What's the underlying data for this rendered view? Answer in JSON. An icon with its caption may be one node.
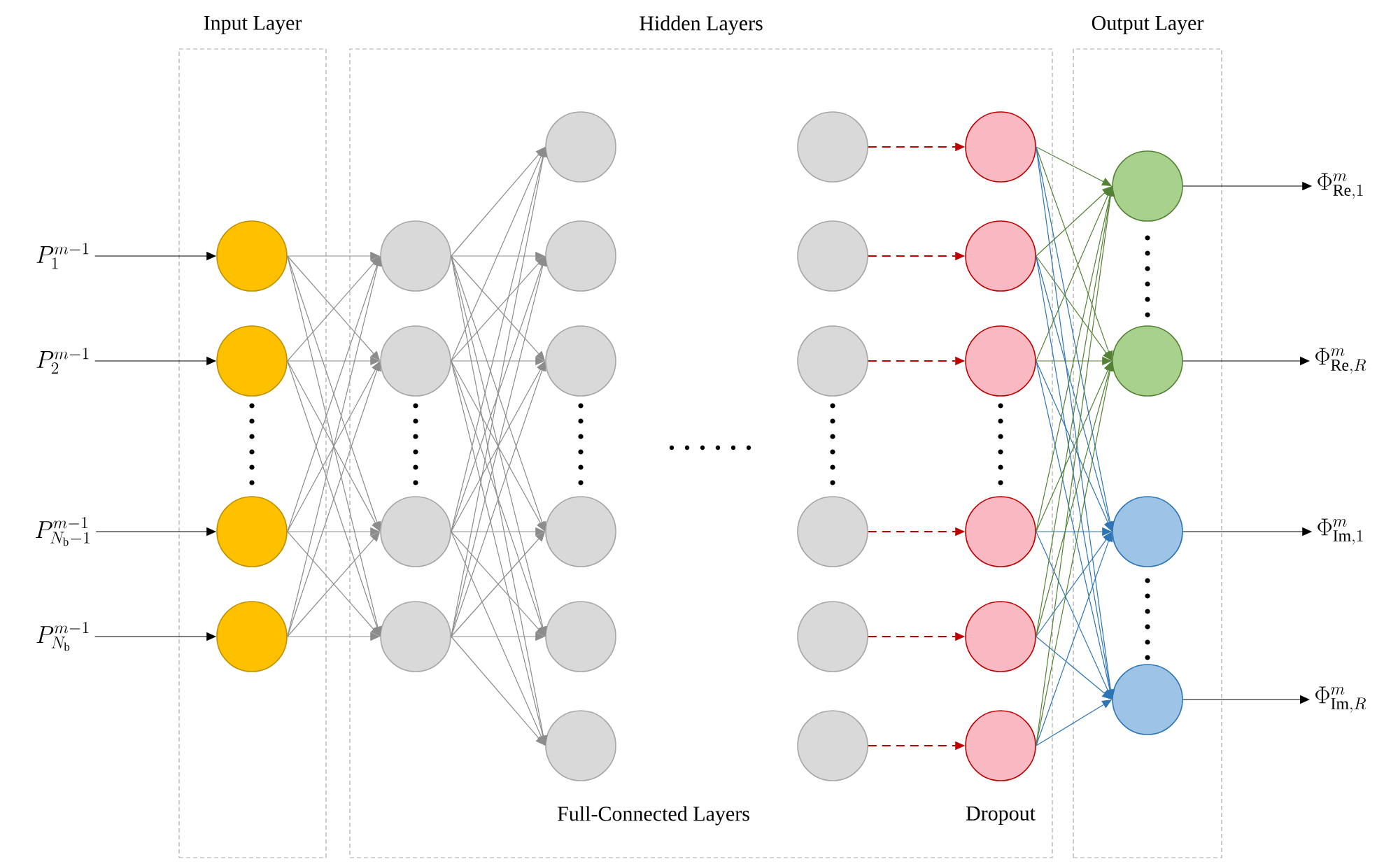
{
  "diagram": {
    "nodes": [
      {
        "text": [
          "Input Layer"
        ]
      },
      {
        "text": [
          "Hidden Layers"
        ]
      },
      {
        "text": [
          "Output Layer"
        ]
      },
      {
        "text": [
          "P_{1}^{m-1}"
        ]
      },
      {
        "text": [
          "P_{2}^{m-1}"
        ]
      },
      {
        "text": [
          "P_{N_{\\mathrm{b}}-1}^{m-1}"
        ]
      },
      {
        "text": [
          "P_{N_{\\mathrm{b}}}^{m-1}"
        ]
      },
      {
        "text": [],
        "shape": "circle",
        "in": 0
      },
      {
        "text": [],
        "shape": "circle",
        "in": 0
      },
      {
        "text": [],
        "shape": "circle",
        "in": 0
      },
      {
        "text": [],
        "shape": "circle",
        "in": 0
      },
      {
        "text": [],
        "shape": "circle",
        "in": 1
      },
      {
        "text": [],
        "shape": "circle",
        "in": 1
      },
      {
        "text": [],
        "shape": "circle",
        "in": 1
      },
      {
        "text": [],
        "shape": "circle",
        "in": 1
      },
      {
        "text": [],
        "shape": "circle",
        "in": 1
      },
      {
        "text": [],
        "shape": "circle",
        "in": 1
      },
      {
        "text": [],
        "shape": "circle",
        "in": 1
      },
      {
        "text": [],
        "shape": "circle",
        "in": 1
      },
      {
        "text": [],
        "shape": "circle",
        "in": 1
      },
      {
        "text": [],
        "shape": "circle",
        "in": 1
      },
      {
        "text": [],
        "shape": "circle",
        "in": 1
      },
      {
        "text": [],
        "shape": "circle",
        "in": 1
      },
      {
        "text": [],
        "shape": "circle",
        "in": 1
      },
      {
        "text": [],
        "shape": "circle",
        "in": 1
      },
      {
        "text": [],
        "shape": "circle",
        "in": 1
      },
      {
        "text": [],
        "shape": "circle",
        "in": 1
      },
      {
        "text": [],
        "shape": "circle",
        "in": 1
      },
      {
        "text": [],
        "shape": "circle",
        "in": 1
      },
      {
        "text": [],
        "shape": "circle",
        "in": 1
      },
      {
        "text": [],
        "shape": "circle",
        "in": 1
      },
      {
        "text": [],
        "shape": "circle",
        "in": 1
      },
      {
        "text": [],
        "shape": "circle",
        "in": 1
      },
      {
        "text": [],
        "shape": "circle",
        "in": 2
      },
      {
        "text": [],
        "shape": "circle",
        "in": 2
      },
      {
        "text": [],
        "shape": "circle",
        "in": 2
      },
      {
        "text": [],
        "shape": "circle",
        "in": 2
      },
      {
        "text": [
          "\\Phi_{\\mathrm{Re},1}^{m}"
        ]
      },
      {
        "text": [
          "\\Phi_{\\mathrm{Re},R}^{m}"
        ]
      },
      {
        "text": [
          "\\Phi_{\\mathrm{Im},1}^{m}"
        ]
      },
      {
        "text": [
          "\\Phi_{\\mathrm{Im},R}^{m}"
        ]
      }
    ],
    "edges": [
      {
        "from": 3,
        "to": 7,
        "arrow": "to",
        "color": "#000000"
      },
      {
        "from": 4,
        "to": 8,
        "arrow": "to",
        "color": "#000000"
      },
      {
        "from": 5,
        "to": 9,
        "arrow": "to",
        "color": "#000000"
      },
      {
        "from": 6,
        "to": 10,
        "arrow": "to",
        "color": "#000000"
      },
      {
        "from": 7,
        "to": 11,
        "arrow": "to"
      },
      {
        "from": 7,
        "to": 12,
        "arrow": "to"
      },
      {
        "from": 7,
        "to": 13,
        "arrow": "to"
      },
      {
        "from": 7,
        "to": 14,
        "arrow": "to"
      },
      {
        "from": 8,
        "to": 11,
        "arrow": "to"
      },
      {
        "from": 8,
        "to": 12,
        "arrow": "to"
      },
      {
        "from": 8,
        "to": 13,
        "arrow": "to"
      },
      {
        "from": 8,
        "to": 14,
        "arrow": "to"
      },
      {
        "from": 9,
        "to": 11,
        "arrow": "to"
      },
      {
        "from": 9,
        "to": 12,
        "arrow": "to"
      },
      {
        "from": 9,
        "to": 13,
        "arrow": "to"
      },
      {
        "from": 9,
        "to": 14,
        "arrow": "to"
      },
      {
        "from": 10,
        "to": 11,
        "arrow": "to"
      },
      {
        "from": 10,
        "to": 12,
        "arrow": "to"
      },
      {
        "from": 10,
        "to": 13,
        "arrow": "to"
      },
      {
        "from": 10,
        "to": 14,
        "arrow": "to"
      },
      {
        "from": 11,
        "to": 15,
        "arrow": "to"
      },
      {
        "from": 11,
        "to": 16,
        "arrow": "to"
      },
      {
        "from": 11,
        "to": 17,
        "arrow": "to"
      },
      {
        "from": 11,
        "to": 18,
        "arrow": "to"
      },
      {
        "from": 11,
        "to": 19,
        "arrow": "to"
      },
      {
        "from": 11,
        "to": 20,
        "arrow": "to"
      },
      {
        "from": 12,
        "to": 15,
        "arrow": "to"
      },
      {
        "from": 12,
        "to": 16,
        "arrow": "to"
      },
      {
        "from": 12,
        "to": 17,
        "arrow": "to"
      },
      {
        "from": 12,
        "to": 18,
        "arrow": "to"
      },
      {
        "from": 12,
        "to": 19,
        "arrow": "to"
      },
      {
        "from": 12,
        "to": 20,
        "arrow": "to"
      },
      {
        "from": 13,
        "to": 15,
        "arrow": "to"
      },
      {
        "from": 13,
        "to": 16,
        "arrow": "to"
      },
      {
        "from": 13,
        "to": 17,
        "arrow": "to"
      },
      {
        "from": 13,
        "to": 18,
        "arrow": "to"
      },
      {
        "from": 13,
        "to": 19,
        "arrow": "to"
      },
      {
        "from": 13,
        "to": 20,
        "arrow": "to"
      },
      {
        "from": 14,
        "to": 15,
        "arrow": "to"
      },
      {
        "from": 14,
        "to": 16,
        "arrow": "to"
      },
      {
        "from": 14,
        "to": 17,
        "arrow": "to"
      },
      {
        "from": 14,
        "to": 18,
        "arrow": "to"
      },
      {
        "from": 14,
        "to": 19,
        "arrow": "to"
      },
      {
        "from": 14,
        "to": 20,
        "arrow": "to"
      },
      {
        "from": 21,
        "to": 27,
        "arrow": "to",
        "style": "dashed",
        "color": "#c00000"
      },
      {
        "from": 22,
        "to": 28,
        "arrow": "to",
        "style": "dashed",
        "color": "#c00000"
      },
      {
        "from": 23,
        "to": 29,
        "arrow": "to",
        "style": "dashed",
        "color": "#c00000"
      },
      {
        "from": 24,
        "to": 30,
        "arrow": "to",
        "style": "dashed",
        "color": "#c00000"
      },
      {
        "from": 25,
        "to": 31,
        "arrow": "to",
        "style": "dashed",
        "color": "#c00000"
      },
      {
        "from": 26,
        "to": 32,
        "arrow": "to",
        "style": "dashed",
        "color": "#c00000"
      },
      {
        "from": 27,
        "to": 33,
        "arrow": "to",
        "color": "#548235"
      },
      {
        "from": 27,
        "to": 34,
        "arrow": "to",
        "color": "#548235"
      },
      {
        "from": 27,
        "to": 35,
        "arrow": "to",
        "color": "#2e75b6"
      },
      {
        "from": 27,
        "to": 36,
        "arrow": "to",
        "color": "#2e75b6"
      },
      {
        "from": 28,
        "to": 33,
        "arrow": "to",
        "color": "#548235"
      },
      {
        "from": 28,
        "to": 34,
        "arrow": "to",
        "color": "#548235"
      },
      {
        "from": 28,
        "to": 35,
        "arrow": "to",
        "color": "#2e75b6"
      },
      {
        "from": 28,
        "to": 36,
        "arrow": "to",
        "color": "#2e75b6"
      },
      {
        "from": 29,
        "to": 33,
        "arrow": "to",
        "color": "#548235"
      },
      {
        "from": 29,
        "to": 34,
        "arrow": "to",
        "color": "#548235"
      },
      {
        "from": 29,
        "to": 35,
        "arrow": "to",
        "color": "#2e75b6"
      },
      {
        "from": 29,
        "to": 36,
        "arrow": "to",
        "color": "#2e75b6"
      },
      {
        "from": 30,
        "to": 33,
        "arrow": "to",
        "color": "#548235"
      },
      {
        "from": 30,
        "to": 34,
        "arrow": "to",
        "color": "#548235"
      },
      {
        "from": 30,
        "to": 35,
        "arrow": "to",
        "color": "#2e75b6"
      },
      {
        "from": 30,
        "to": 36,
        "arrow": "to",
        "color": "#2e75b6"
      },
      {
        "from": 31,
        "to": 33,
        "arrow": "to",
        "color": "#548235"
      },
      {
        "from": 31,
        "to": 34,
        "arrow": "to",
        "color": "#548235"
      },
      {
        "from": 31,
        "to": 35,
        "arrow": "to",
        "color": "#2e75b6"
      },
      {
        "from": 31,
        "to": 36,
        "arrow": "to",
        "color": "#2e75b6"
      },
      {
        "from": 32,
        "to": 33,
        "arrow": "to",
        "color": "#548235"
      },
      {
        "from": 32,
        "to": 34,
        "arrow": "to",
        "color": "#548235"
      },
      {
        "from": 32,
        "to": 35,
        "arrow": "to",
        "color": "#2e75b6"
      },
      {
        "from": 32,
        "to": 36,
        "arrow": "to",
        "color": "#2e75b6"
      },
      {
        "from": 33,
        "to": 37,
        "arrow": "to",
        "color": "#000000"
      },
      {
        "from": 34,
        "to": 38,
        "arrow": "to",
        "color": "#000000"
      },
      {
        "from": 35,
        "to": 39,
        "arrow": "to",
        "color": "#000000"
      },
      {
        "from": 36,
        "to": 40,
        "arrow": "to",
        "color": "#000000"
      }
    ],
    "labels": [
      "Full-Connected Layers",
      "Dropout"
    ]
  }
}
